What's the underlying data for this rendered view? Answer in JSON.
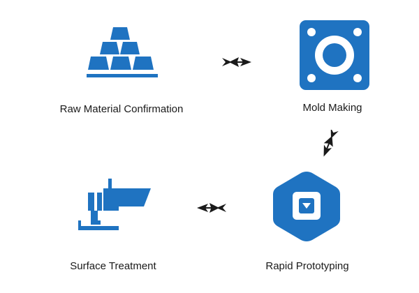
{
  "colors": {
    "accent": "#1f73c1",
    "arrow": "#1a1a1a",
    "text": "#1a1a1a",
    "background": "#ffffff"
  },
  "steps": [
    {
      "label": "Raw Material Confirmation",
      "icon": "gold-bars-icon"
    },
    {
      "label": "Mold Making",
      "icon": "mold-plate-icon"
    },
    {
      "label": "Rapid Prototyping",
      "icon": "hexagon-prototype-icon"
    },
    {
      "label": "Surface Treatment",
      "icon": "spray-machine-icon"
    }
  ],
  "flow_arrows": [
    {
      "from": "Raw Material Confirmation",
      "to": "Mold Making",
      "icon": "arrow-right-icon"
    },
    {
      "from": "Mold Making",
      "to": "Rapid Prototyping",
      "icon": "arrow-down-icon"
    },
    {
      "from": "Rapid Prototyping",
      "to": "Surface Treatment",
      "icon": "arrow-left-icon"
    }
  ]
}
